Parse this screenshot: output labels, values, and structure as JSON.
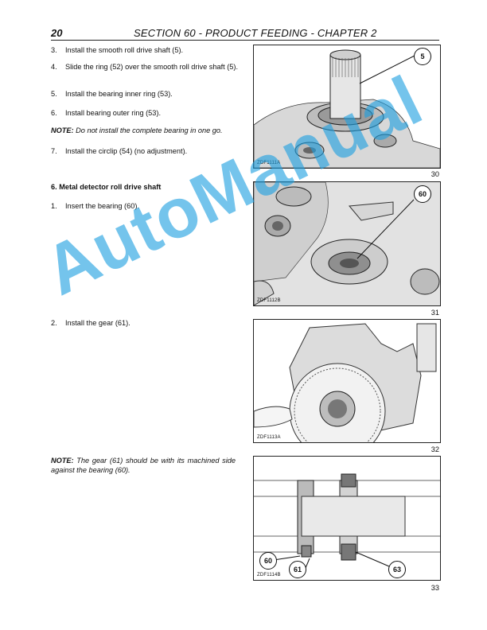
{
  "header": {
    "page_number": "20",
    "section_title": "SECTION 60 - PRODUCT FEEDING - CHAPTER 2"
  },
  "steps_a": [
    {
      "num": "3.",
      "text": "Install the smooth roll drive shaft (5)."
    },
    {
      "num": "4.",
      "text": "Slide the ring (52) over the smooth roll drive shaft (5)."
    },
    {
      "num": "5.",
      "text": "Install the bearing inner ring (53)."
    },
    {
      "num": "6.",
      "text": "Install bearing outer ring (53)."
    }
  ],
  "note_1": {
    "label": "NOTE:",
    "text": "Do not install the complete bearing in one go."
  },
  "step_7": {
    "num": "7.",
    "text": "Install the circlip (54) (no adjustment)."
  },
  "section_heading": "6. Metal detector roll drive shaft",
  "step_b1": {
    "num": "1.",
    "text": "Insert the bearing (60)."
  },
  "step_b2": {
    "num": "2.",
    "text": "Install the gear (61)."
  },
  "note_2": {
    "label": "NOTE:",
    "text": "The gear (61) should be with its machined side against the bearing (60)."
  },
  "figures": [
    {
      "code": "ZDF1111A",
      "number": "30",
      "callouts": [
        "5"
      ]
    },
    {
      "code": "ZDF1112B",
      "number": "31",
      "callouts": [
        "60"
      ]
    },
    {
      "code": "ZDF1113A",
      "number": "32",
      "callouts": []
    },
    {
      "code": "ZDF1114B",
      "number": "33",
      "callouts": [
        "60",
        "61",
        "63"
      ]
    }
  ],
  "watermark": "AutoManual",
  "colors": {
    "watermark": "#1ea0e1",
    "ink": "#111111"
  }
}
